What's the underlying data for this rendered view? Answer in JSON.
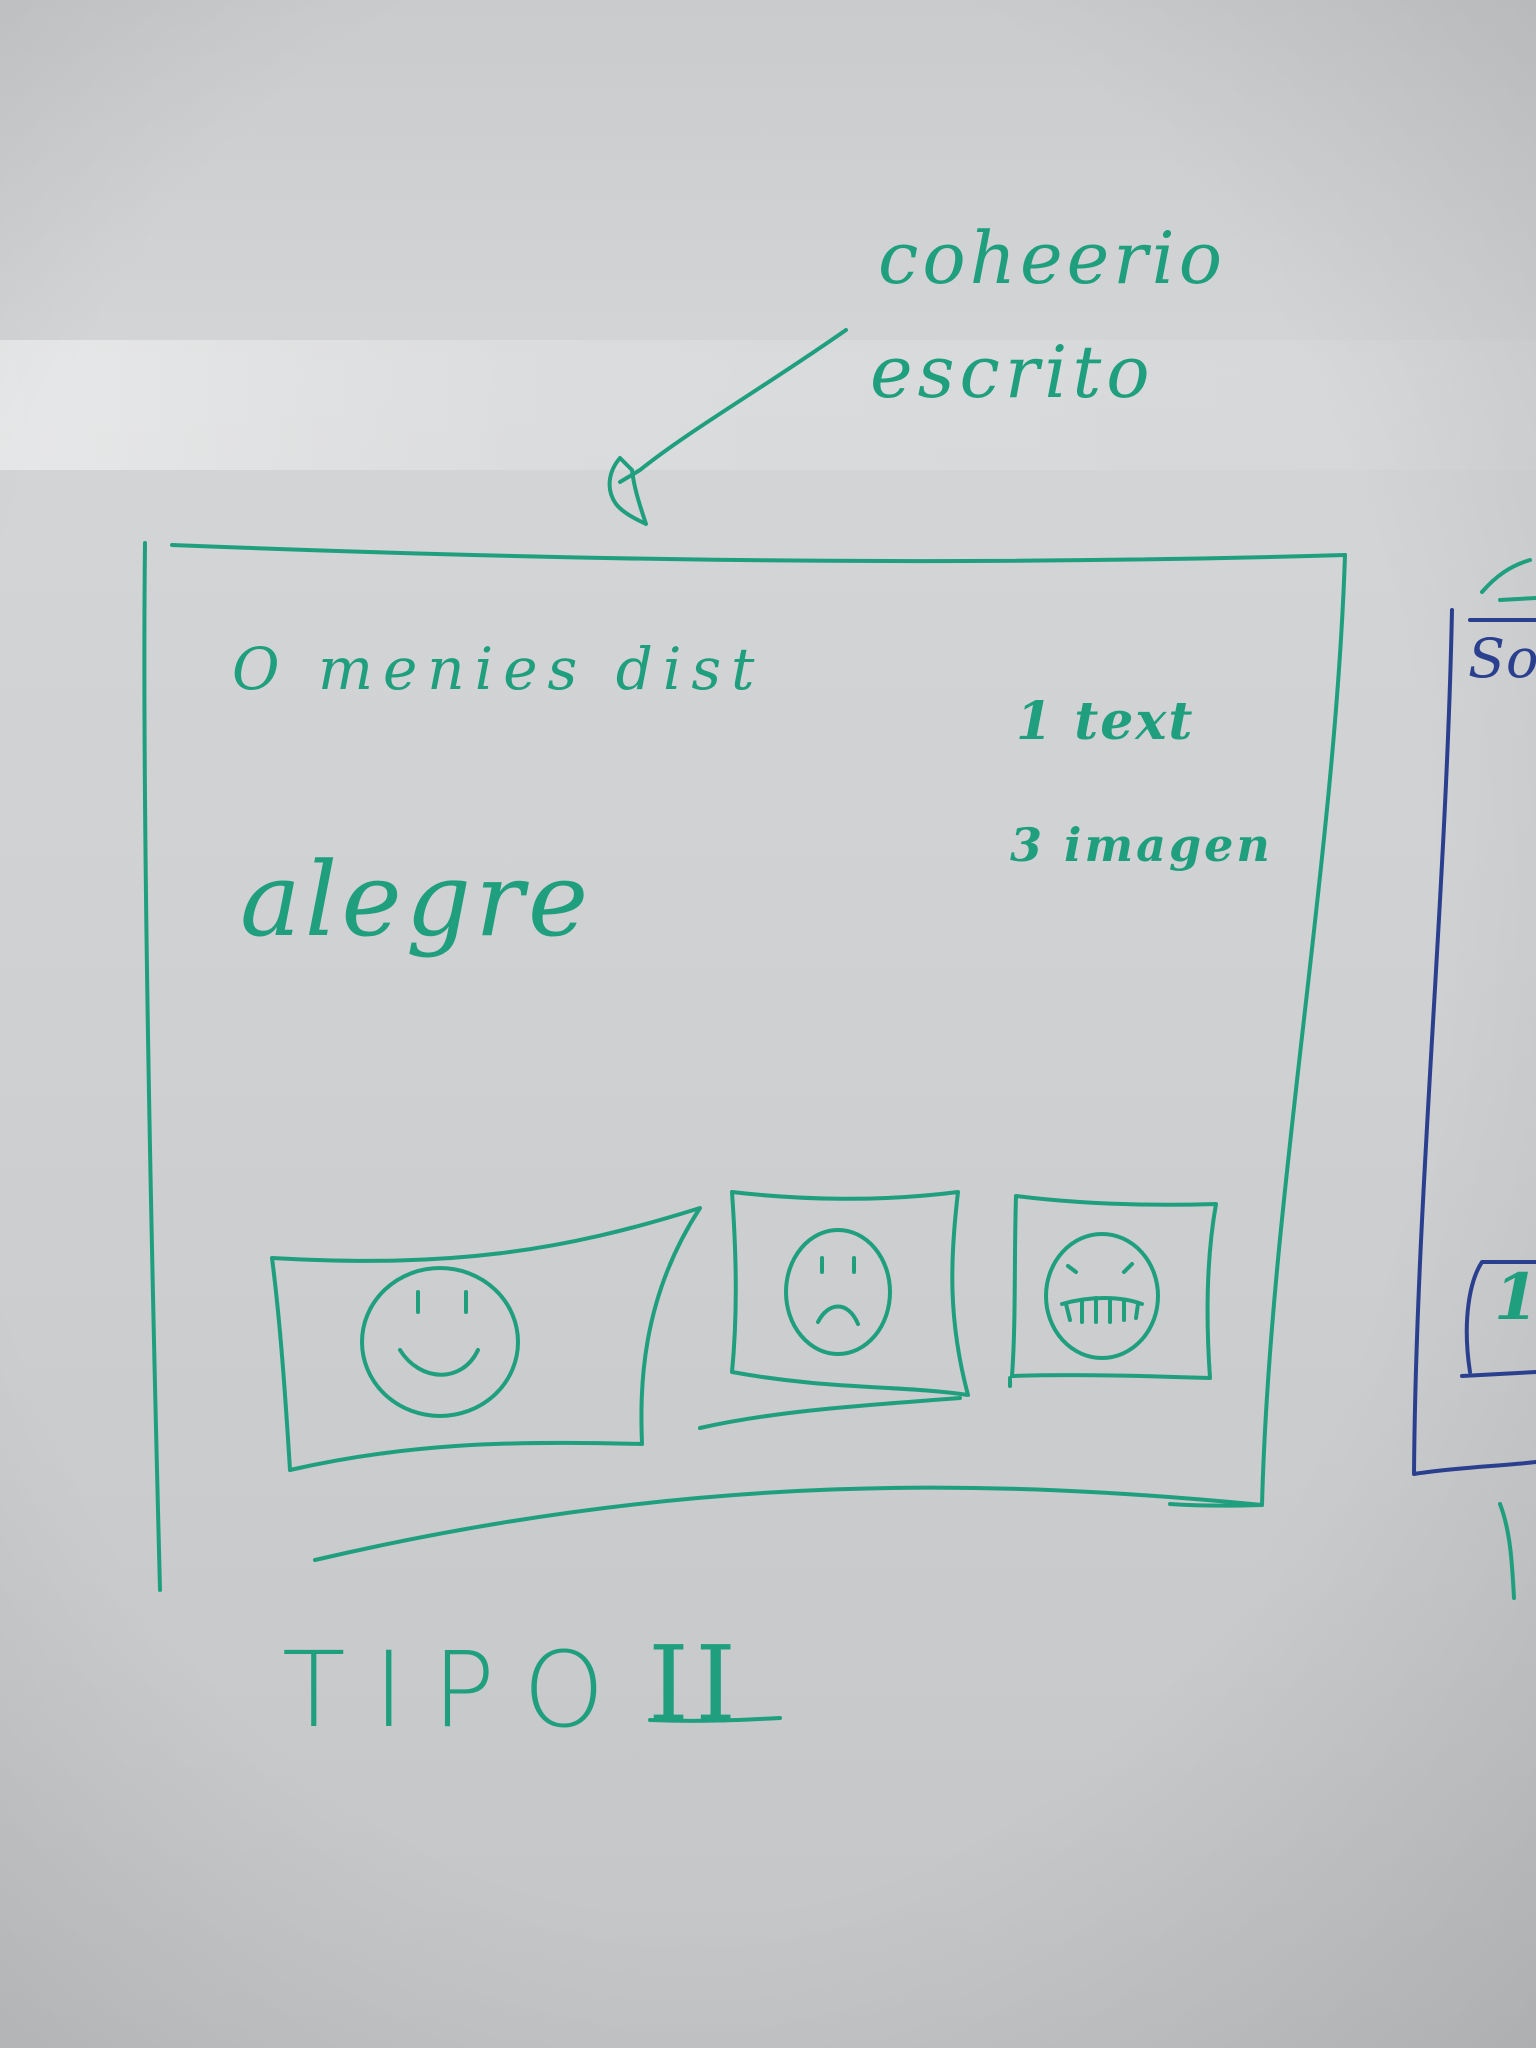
{
  "whiteboard": {
    "note_top": [
      "coheerio",
      "escrito"
    ],
    "frame": {
      "heading": "O menies dist",
      "word": "alegre",
      "spec": {
        "text": "1 text",
        "images": "3 imagen"
      },
      "images": [
        {
          "face": "happy-face-icon"
        },
        {
          "face": "sad-face-icon"
        },
        {
          "face": "grimacing-face-icon"
        }
      ],
      "caption": "TIPO",
      "caption_numeral": "II"
    },
    "right_fragments": [
      "So",
      "1"
    ],
    "colors": {
      "board": "#cfd1d3",
      "marker_green": "#1f9f7e",
      "marker_blue": "#2b3f8f"
    }
  }
}
